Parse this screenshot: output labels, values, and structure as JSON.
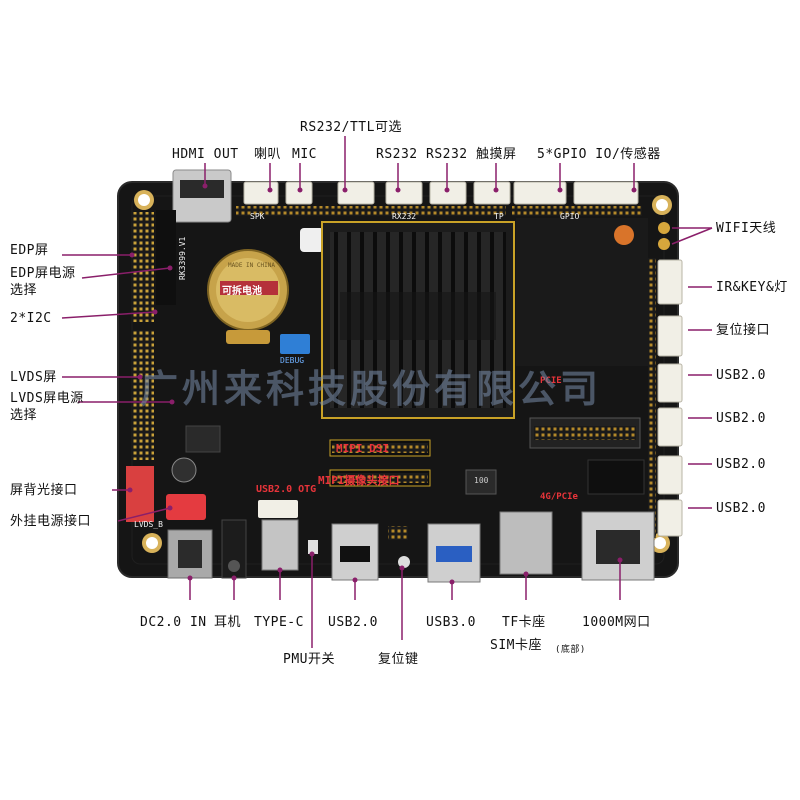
{
  "colors": {
    "pcb": "#151515",
    "heatsink": "#1c1c1c",
    "connector_white": "#f1efe6",
    "callout_line": "#8a1f6a",
    "gold": "#c9a227",
    "watermark": "#8fa3bf"
  },
  "labels": {
    "hdmi_out": "HDMI OUT",
    "speaker": "喇叭",
    "mic": "MIC",
    "rs232_ttl": "RS232/TTL可选",
    "rs232_a": "RS232",
    "rs232_b": "RS232",
    "touch": "触摸屏",
    "gpio": "5*GPIO IO/传感器",
    "edp": "EDP屏",
    "edp_power_1": "EDP屏电源",
    "edp_power_2": "选择",
    "i2c": "2*I2C",
    "lvds": "LVDS屏",
    "lvds_power_1": "LVDS屏电源",
    "lvds_power_2": "选择",
    "backlight": "屏背光接口",
    "ext_power": "外挂电源接口",
    "wifi": "WIFI天线",
    "ir_key": "IR&KEY&灯",
    "reset_port": "复位接口",
    "usb_r1": "USB2.0",
    "usb_r2": "USB2.0",
    "usb_r3": "USB2.0",
    "usb_r4": "USB2.0",
    "dc_in": "DC2.0 IN",
    "earphone": "耳机",
    "typec": "TYPE-C",
    "usb_bottom": "USB2.0",
    "usb3": "USB3.0",
    "tf": "TF卡座",
    "sim": "SIM卡座",
    "sim_note": "(底部)",
    "lan": "1000M网口",
    "pmu": "PMU开关",
    "reset_key": "复位键"
  },
  "watermark": "广州来科技股份有限公司",
  "silkscreen": {
    "board_model": "RK3399.V1",
    "battery_cn": "可拆电池",
    "battery_brand": "MADE IN CHINA",
    "debug": "DEBUG",
    "mipi_dsi": "MIPI DSI",
    "mipi_cam": "MIPI摄像头接口",
    "usb_otg": "USB2.0 OTG",
    "pcie": "PCIE",
    "pcie_4g": "4G/PCIe",
    "inductor": "100",
    "rx232": "RX232",
    "tp": "TP",
    "spk": "SPK",
    "gpio_sil": "GPIO",
    "lvds_sil": "LVDS_B"
  }
}
